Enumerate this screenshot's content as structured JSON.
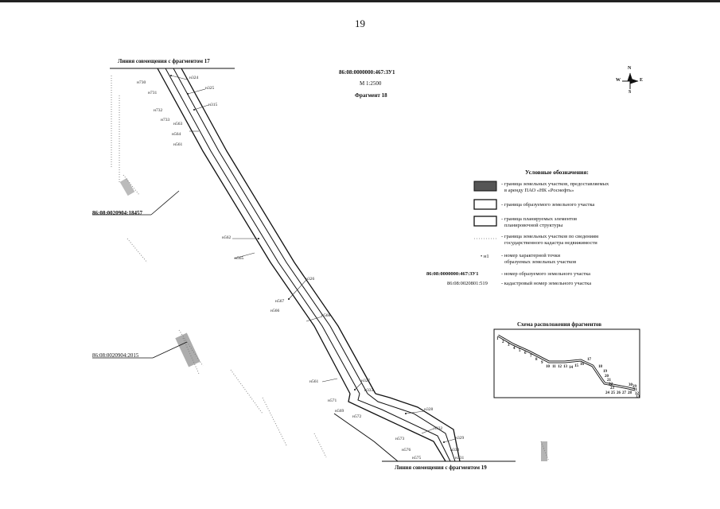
{
  "page_number": "19",
  "top_label": "Линия совмещения с фрагментом 17",
  "bottom_label": "Линия совмещения с фрагментом 19",
  "header": {
    "cadastral": "86:08:0000000:467:ЗУ1",
    "scale": "М 1:2500",
    "fragment": "Фрагмент 18"
  },
  "compass": {
    "n": "N",
    "s": "S",
    "w": "W",
    "e": "E"
  },
  "parcels": {
    "left_upper": "86:08:0020904:18457",
    "left_lower": "86:08:0020904:2015"
  },
  "legend": {
    "title": "Условные обозначения:",
    "row1_line1": "- граница земельных участков, предоставляемых",
    "row1_line2": "в аренду ПАО «НК «Роснефть»",
    "row2": "- граница образуемого земельного участка",
    "row3_line1": "- граница планируемых элементов",
    "row3_line2": "планировочной структуры",
    "row4_line1": "- граница земельных участков по сведениям",
    "row4_line2": "государственного кадастра недвижимости",
    "row5_marker": "• н1",
    "row5_line1": "- номер характерной точки",
    "row5_line2": "образуемых земельных участков",
    "row6_key": "86:08:0000000:467:ЗУ1",
    "row6": "- номер образуемого земельного участка",
    "row7_key": "86:08:0020801:519",
    "row7": "- кадастровый номер земельного участка"
  },
  "scheme": {
    "title": "Схема расположения фрагментов",
    "numbers": [
      "1",
      "2",
      "3",
      "4",
      "5",
      "6",
      "7",
      "8",
      "9",
      "10",
      "11",
      "12",
      "13",
      "14",
      "15",
      "16",
      "17",
      "18",
      "19",
      "20",
      "21",
      "22",
      "23",
      "24",
      "25",
      "26",
      "27",
      "28",
      "29",
      "30",
      "31",
      "32",
      "33"
    ]
  },
  "points": [
    {
      "id": "p1",
      "text": "н730"
    },
    {
      "id": "p2",
      "text": "н324"
    },
    {
      "id": "p3",
      "text": "н731"
    },
    {
      "id": "p4",
      "text": "н325"
    },
    {
      "id": "p5",
      "text": "н315"
    },
    {
      "id": "p6",
      "text": "н732"
    },
    {
      "id": "p7",
      "text": "н733"
    },
    {
      "id": "p8",
      "text": "н563"
    },
    {
      "id": "p9",
      "text": "н564"
    },
    {
      "id": "p10",
      "text": "н561"
    },
    {
      "id": "p11",
      "text": "н562"
    },
    {
      "id": "p12",
      "text": "н565"
    },
    {
      "id": "p13",
      "text": "н326"
    },
    {
      "id": "p14",
      "text": "н567"
    },
    {
      "id": "p15",
      "text": "н566"
    },
    {
      "id": "p16",
      "text": "н568"
    },
    {
      "id": "p17",
      "text": "н327"
    },
    {
      "id": "p18",
      "text": "н561"
    },
    {
      "id": "p19",
      "text": "н333"
    },
    {
      "id": "p20",
      "text": "н571"
    },
    {
      "id": "p21",
      "text": "н569"
    },
    {
      "id": "p22",
      "text": "н572"
    },
    {
      "id": "p23",
      "text": "н328"
    },
    {
      "id": "p24",
      "text": "н332"
    },
    {
      "id": "p25",
      "text": "н573"
    },
    {
      "id": "p26",
      "text": "н329"
    },
    {
      "id": "p27",
      "text": "н576"
    },
    {
      "id": "p28",
      "text": "н330"
    },
    {
      "id": "p29",
      "text": "н575"
    },
    {
      "id": "p30",
      "text": "н331"
    }
  ]
}
